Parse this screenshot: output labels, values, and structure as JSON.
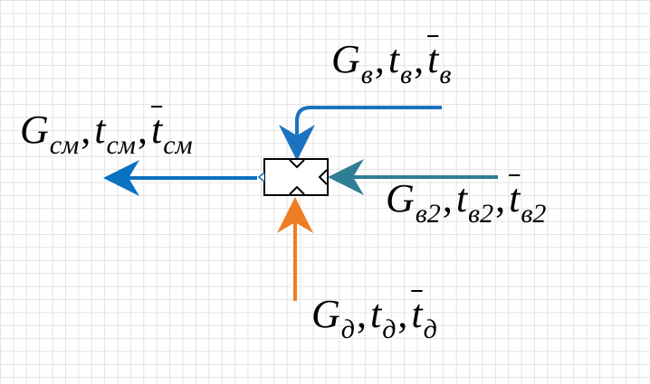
{
  "flows": {
    "mix": {
      "G": "G",
      "t": "t",
      "tbar": "t",
      "sub": "см"
    },
    "air": {
      "G": "G",
      "t": "t",
      "tbar": "t",
      "sub": "в"
    },
    "air2": {
      "G": "G",
      "t": "t",
      "tbar": "t",
      "sub": "в2"
    },
    "add": {
      "G": "G",
      "t": "t",
      "tbar": "t",
      "sub": "д"
    },
    "separator": ","
  },
  "colors": {
    "mix_arrow": "#0b71c1",
    "air_arrow": "#1b72c0",
    "air2_arrow": "#2f7e93",
    "add_arrow": "#ef7d24",
    "mixer_stroke": "#000000"
  }
}
